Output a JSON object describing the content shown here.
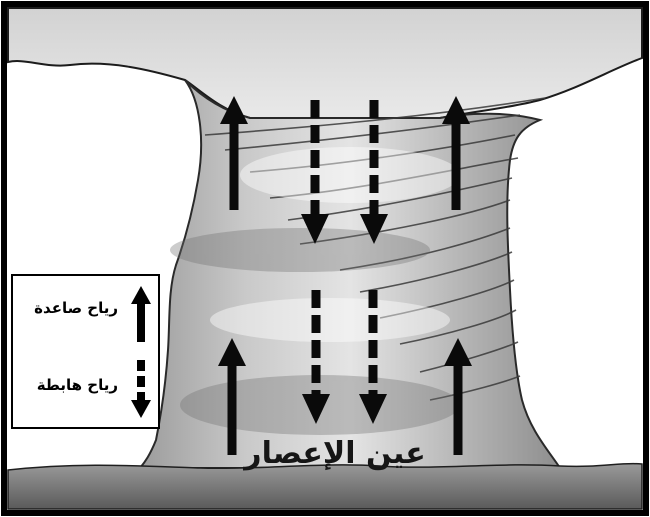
{
  "diagram": {
    "eye_label": "عين الإعصار",
    "legend": {
      "updraft_label": "رياح صاعدة",
      "downdraft_label": "رياح هابطة"
    },
    "arrows": [
      {
        "kind": "updraft"
      },
      {
        "kind": "downdraft"
      },
      {
        "kind": "downdraft"
      },
      {
        "kind": "updraft"
      },
      {
        "kind": "updraft"
      },
      {
        "kind": "downdraft"
      },
      {
        "kind": "downdraft"
      },
      {
        "kind": "updraft"
      }
    ],
    "colors": {
      "frame": "#000000",
      "cloud_light": "#e6e6e6",
      "cloud_mid": "#b4b4b4",
      "cloud_dark": "#8a8a8a",
      "arrow": "#0a0a0a"
    }
  }
}
